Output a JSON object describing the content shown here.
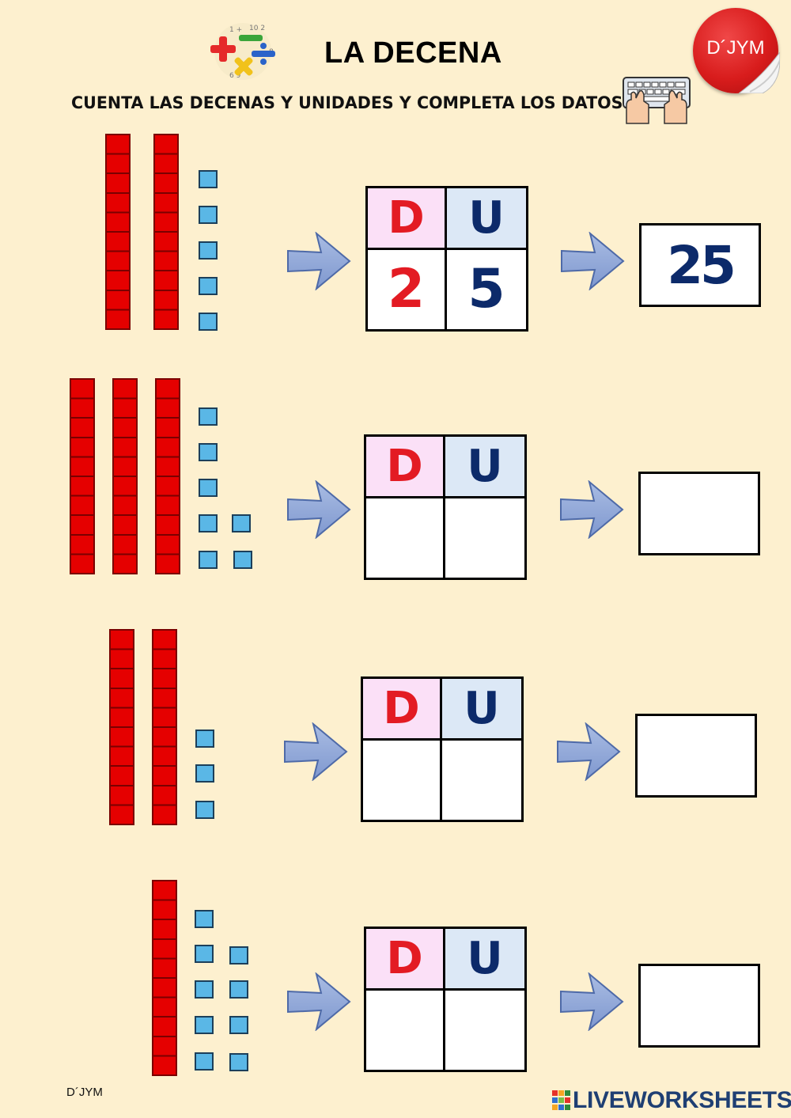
{
  "header": {
    "title": "LA DECENA",
    "instruction": "CUENTA LAS DECENAS Y UNIDADES Y COMPLETA LOS DATOS.",
    "badge_text": "D´JYM"
  },
  "table_headers": {
    "d": "D",
    "u": "U"
  },
  "exercises": [
    {
      "tens": 2,
      "units": 5,
      "answer_d": "2",
      "answer_u": "5",
      "answer_number": "25"
    },
    {
      "tens": 3,
      "units": 7,
      "answer_d": "",
      "answer_u": "",
      "answer_number": ""
    },
    {
      "tens": 2,
      "units": 3,
      "answer_d": "",
      "answer_u": "",
      "answer_number": ""
    },
    {
      "tens": 1,
      "units": 9,
      "answer_d": "",
      "answer_u": "",
      "answer_number": ""
    }
  ],
  "footer": {
    "author": "D´JYM",
    "brand": "LIVEWORKSHEETS"
  },
  "colors": {
    "background": "#fdf0cf",
    "rod": "#e50000",
    "cube": "#5ab7e6",
    "arrow": "#8fa6d6",
    "header_d": "#fbe0f7",
    "header_u": "#dce8f6",
    "letter_d": "#e31b23",
    "letter_u": "#0c2a6a"
  },
  "icons": [
    "math-symbols-logo",
    "djym-badge-icon",
    "keyboard-hands-icon",
    "arrow-right-icon",
    "liveworksheets-logo-icon"
  ]
}
